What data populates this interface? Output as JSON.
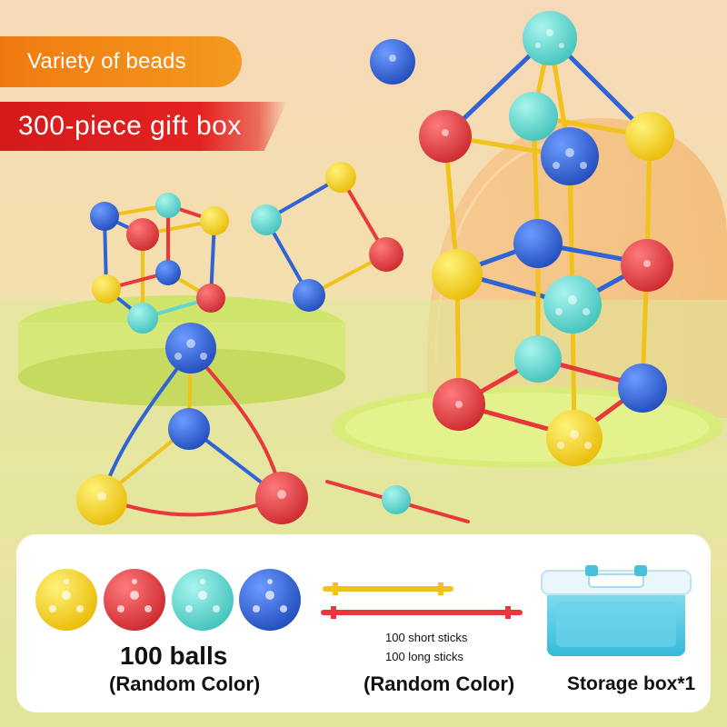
{
  "banner": {
    "variety": "Variety of beads",
    "gift": "300-piece gift box"
  },
  "contents": {
    "balls_label": "100 balls",
    "balls_color": "(Random Color)",
    "short_sticks": "100 short sticks",
    "long_sticks": "100 long sticks",
    "sticks_color": "(Random Color)",
    "storage": "Storage box*1"
  },
  "colors": {
    "yellow": "#f4d21a",
    "red": "#e8383c",
    "teal": "#5fd6cf",
    "blue": "#2f63d6",
    "orange_badge": "#f2841a",
    "red_badge": "#d81c1c"
  }
}
